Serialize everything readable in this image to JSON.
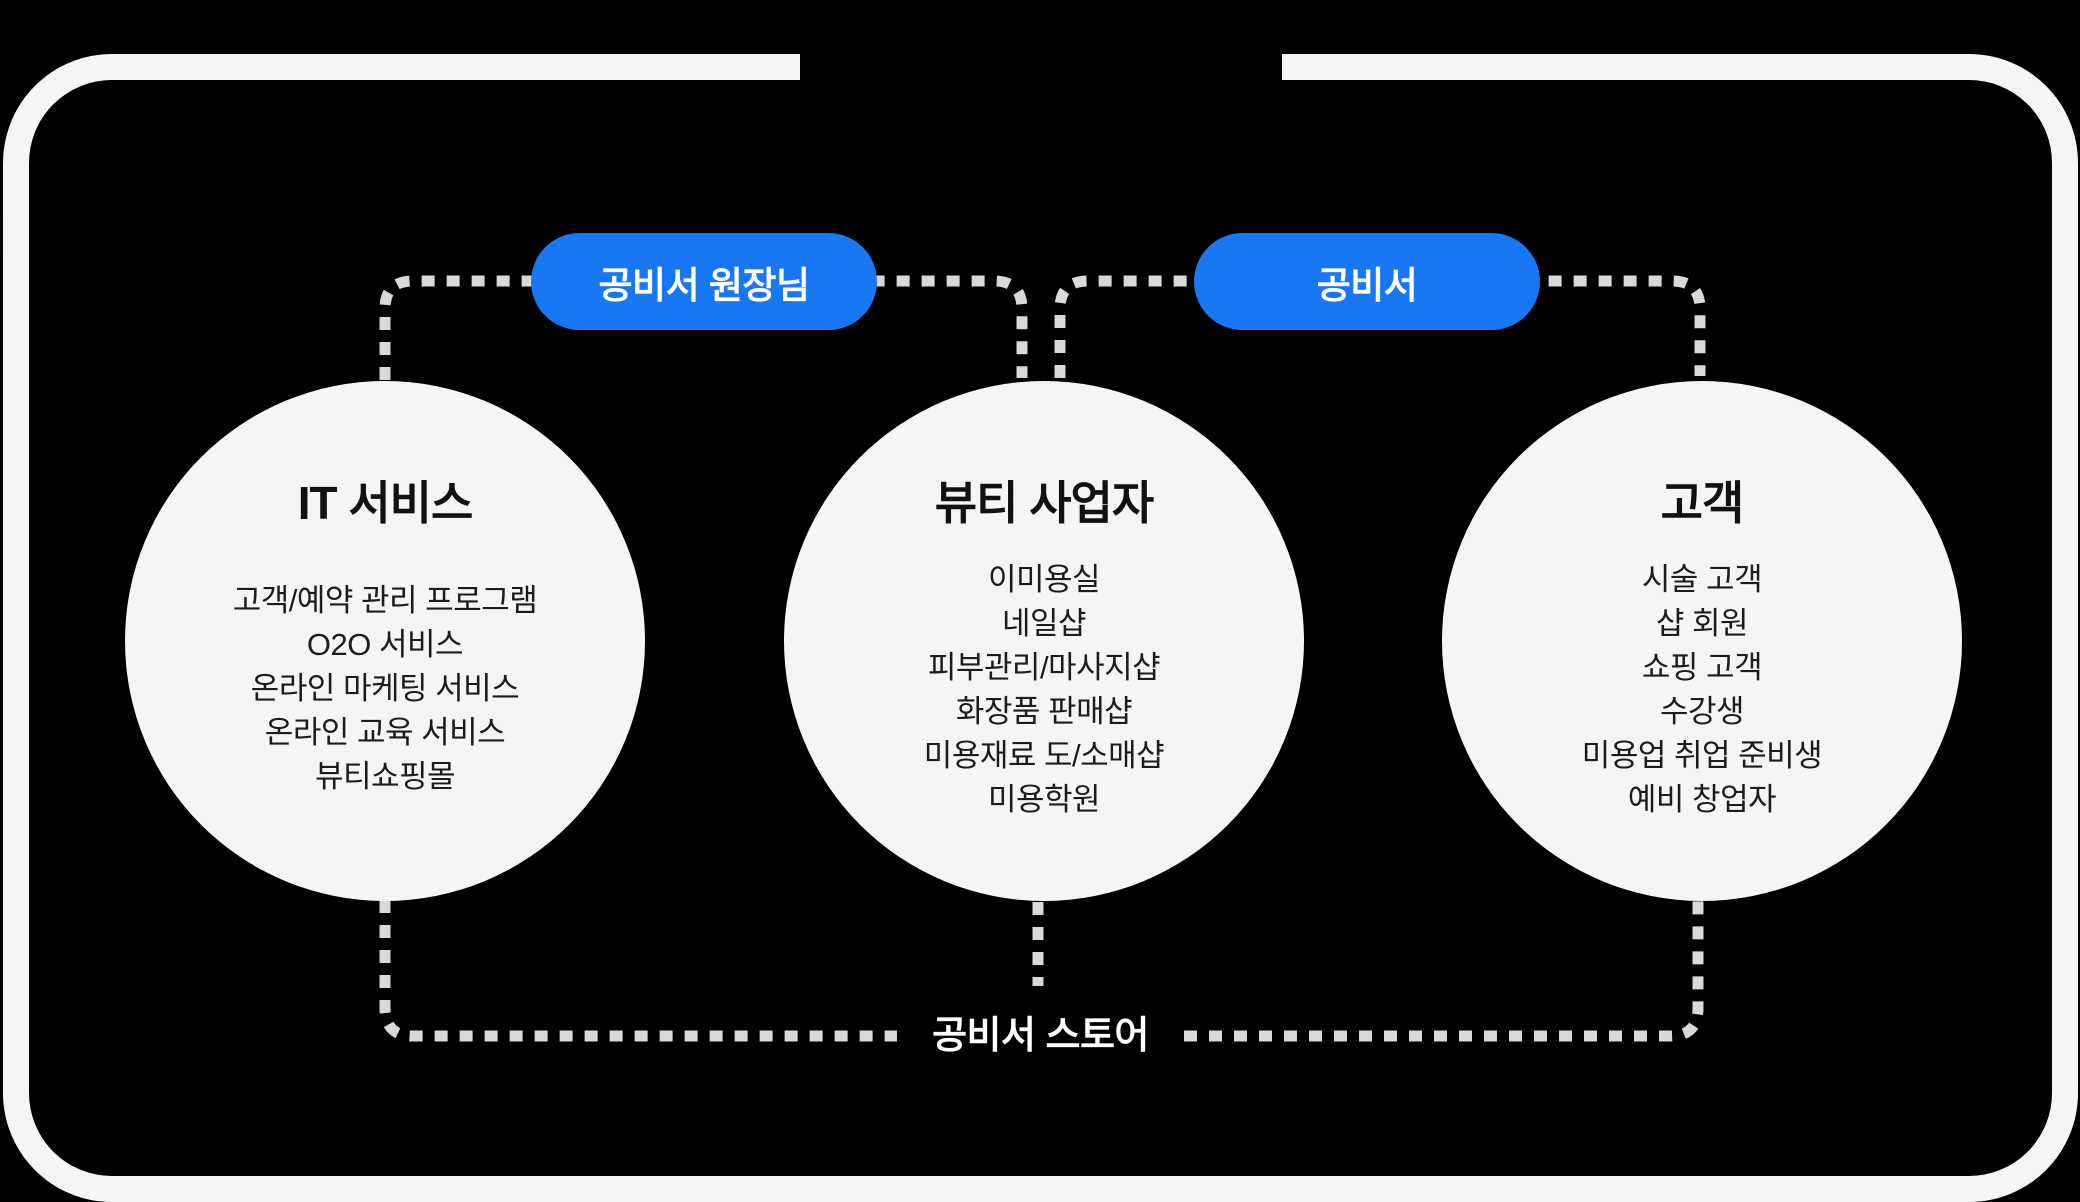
{
  "diagram": {
    "pills": [
      {
        "label": "공비서 원장님"
      },
      {
        "label": "공비서"
      }
    ],
    "circles": [
      {
        "title": "IT 서비스",
        "items": [
          "고객/예약 관리 프로그램",
          "O2O 서비스",
          "온라인 마케팅 서비스",
          "온라인 교육 서비스",
          "뷰티쇼핑몰"
        ]
      },
      {
        "title": "뷰티 사업자",
        "items": [
          "이미용실",
          "네일샵",
          "피부관리/마사지샵",
          "화장품 판매샵",
          "미용재료 도/소매샵",
          "미용학원"
        ]
      },
      {
        "title": "고객",
        "items": [
          "시술 고객",
          "샵 회원",
          "쇼핑 고객",
          "수강생",
          "미용업 취업 준비생",
          "예비 창업자"
        ]
      }
    ],
    "store_label": "공비서 스토어",
    "colors": {
      "background": "#000000",
      "frame_border": "#F5F5F5",
      "circle_fill": "#F5F5F5",
      "accent_blue": "#1877F2",
      "dotted_line": "#D9D9D9",
      "circle_text": "#1C1C1C",
      "pill_text": "#FFFFFF"
    }
  }
}
